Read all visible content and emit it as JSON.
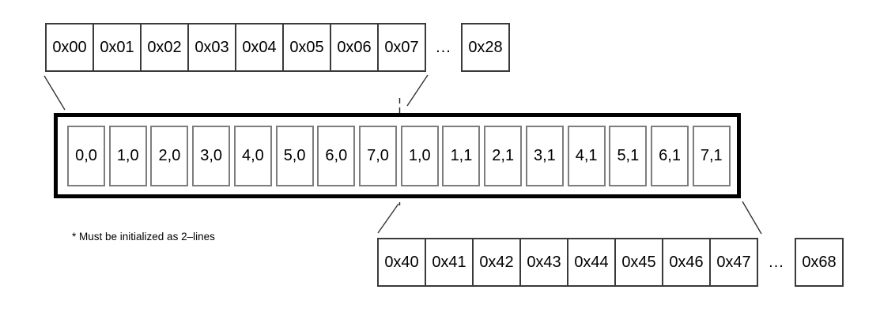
{
  "diagram": {
    "top_row": {
      "cells": [
        "0x00",
        "0x01",
        "0x02",
        "0x03",
        "0x04",
        "0x05",
        "0x06",
        "0x07"
      ],
      "ellipsis": "...",
      "last_cell": "0x28"
    },
    "line_buffer": {
      "cells": [
        "0,0",
        "1,0",
        "2,0",
        "3,0",
        "4,0",
        "5,0",
        "6,0",
        "7,0",
        "1,0",
        "1,1",
        "2,1",
        "3,1",
        "4,1",
        "5,1",
        "6,1",
        "7,1"
      ]
    },
    "bottom_row": {
      "cells": [
        "0x40",
        "0x41",
        "0x42",
        "0x43",
        "0x44",
        "0x45",
        "0x46",
        "0x47"
      ],
      "ellipsis": "...",
      "last_cell": "0x68"
    },
    "footnote": "* Must be initialized as 2–lines",
    "colors": {
      "background": "#ffffff",
      "buffer_border": "#000000",
      "cell_border": "#7d7d7d",
      "address_box_border": "#3a3a3a",
      "connector_line": "#333333",
      "text": "#000000"
    }
  }
}
